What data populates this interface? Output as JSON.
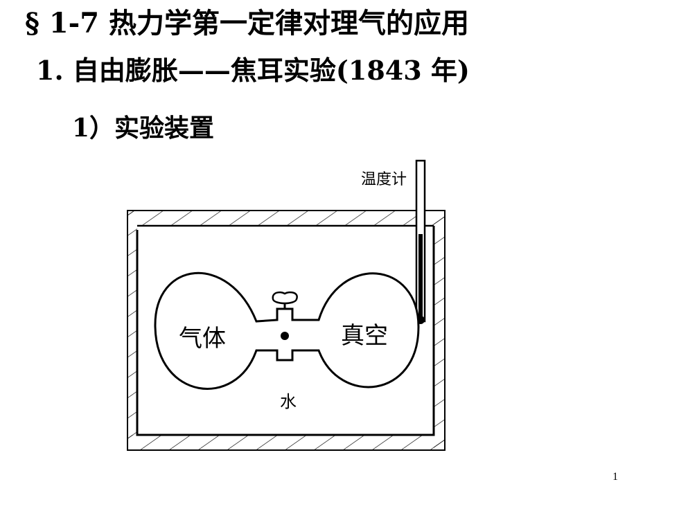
{
  "slide": {
    "title": "§ 1-7  热力学第一定律对理气的应用",
    "section": "1.  自由膨胀——焦耳实验(1843 年)",
    "subsection": "1）实验装置",
    "page_number": "1"
  },
  "diagram": {
    "thermometer_label": "温度计",
    "gas_label": "气体",
    "vacuum_label": "真空",
    "water_label": "水"
  }
}
